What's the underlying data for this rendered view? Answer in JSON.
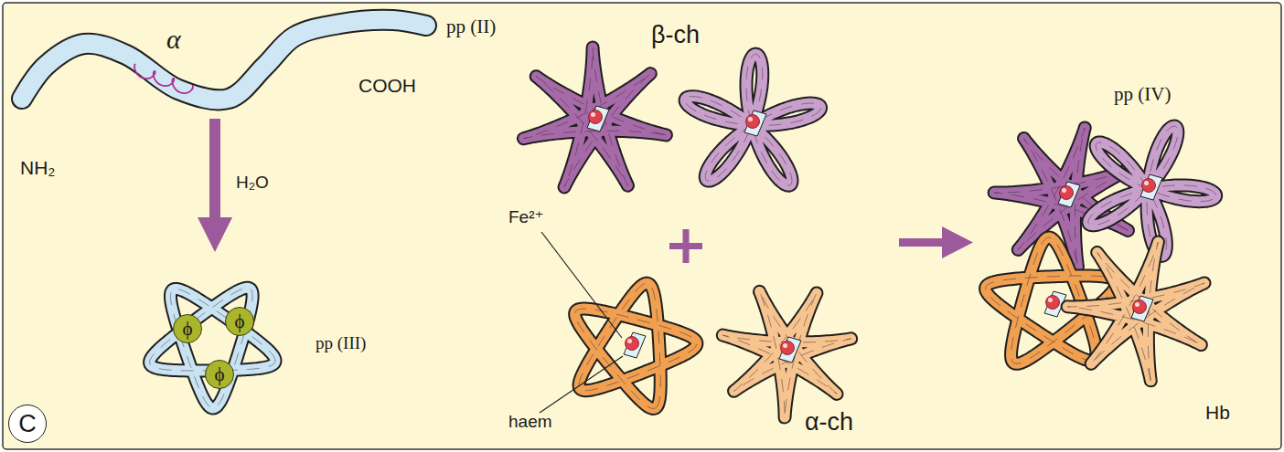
{
  "diagram": {
    "nodes": [
      {
        "text": [
          "ϕ"
        ]
      },
      {
        "text": [
          "ϕ"
        ]
      },
      {
        "text": [
          "ϕ"
        ]
      },
      {
        "text": [
          "C"
        ]
      }
    ],
    "labels": [
      "pp (II)",
      "α",
      "COOH",
      "NH₂",
      "β-ch",
      "H₂O",
      "pp (IV)",
      "Fe²⁺",
      "pp (III)",
      "haem",
      "α-ch",
      "Hb"
    ]
  }
}
